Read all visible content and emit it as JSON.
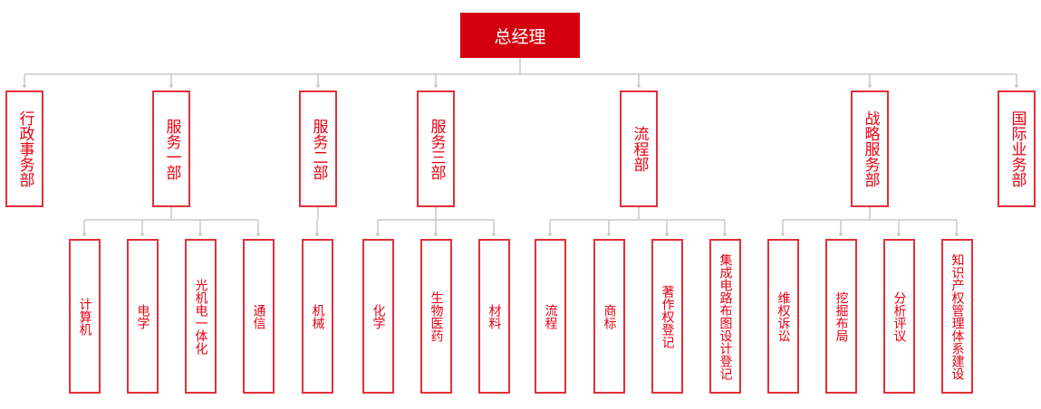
{
  "root": {
    "label": "总经理"
  },
  "departments": [
    {
      "label": "行政事务部",
      "children": []
    },
    {
      "label": "服务一部",
      "children": [
        "计算机",
        "电学",
        "光机电一体化",
        "通信"
      ]
    },
    {
      "label": "服务二部",
      "children": [
        "机械"
      ]
    },
    {
      "label": "服务三部",
      "children": [
        "化学",
        "生物医药",
        "材料"
      ]
    },
    {
      "label": "流程部",
      "children": [
        "流程",
        "商标",
        "著作权登记",
        "集成电路布图设计登记"
      ]
    },
    {
      "label": "战略服务部",
      "children": [
        "维权诉讼",
        "挖掘布局",
        "分析评议",
        "知识产权管理体系建设"
      ]
    },
    {
      "label": "国际业务部",
      "children": []
    }
  ],
  "colors": {
    "accent": "#d5000f",
    "text": "#e60012",
    "connector": "#c8c8c8"
  }
}
